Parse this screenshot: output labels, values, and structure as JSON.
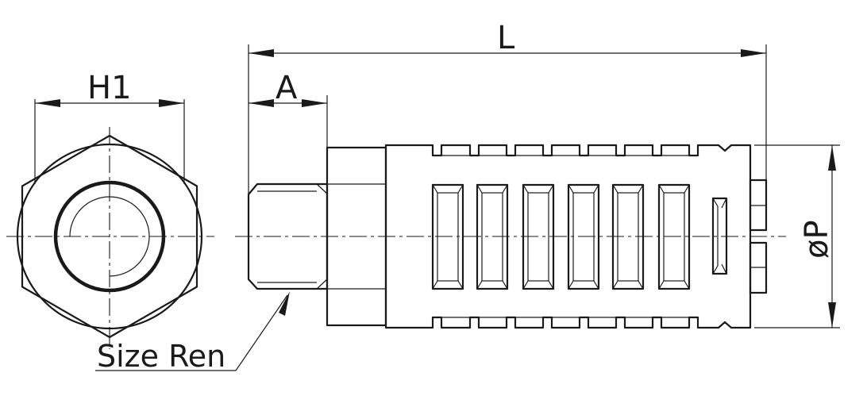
{
  "labels": {
    "h1": "H1",
    "a": "A",
    "l": "L",
    "phi_p": "øP",
    "size_ren": "Size Ren"
  }
}
